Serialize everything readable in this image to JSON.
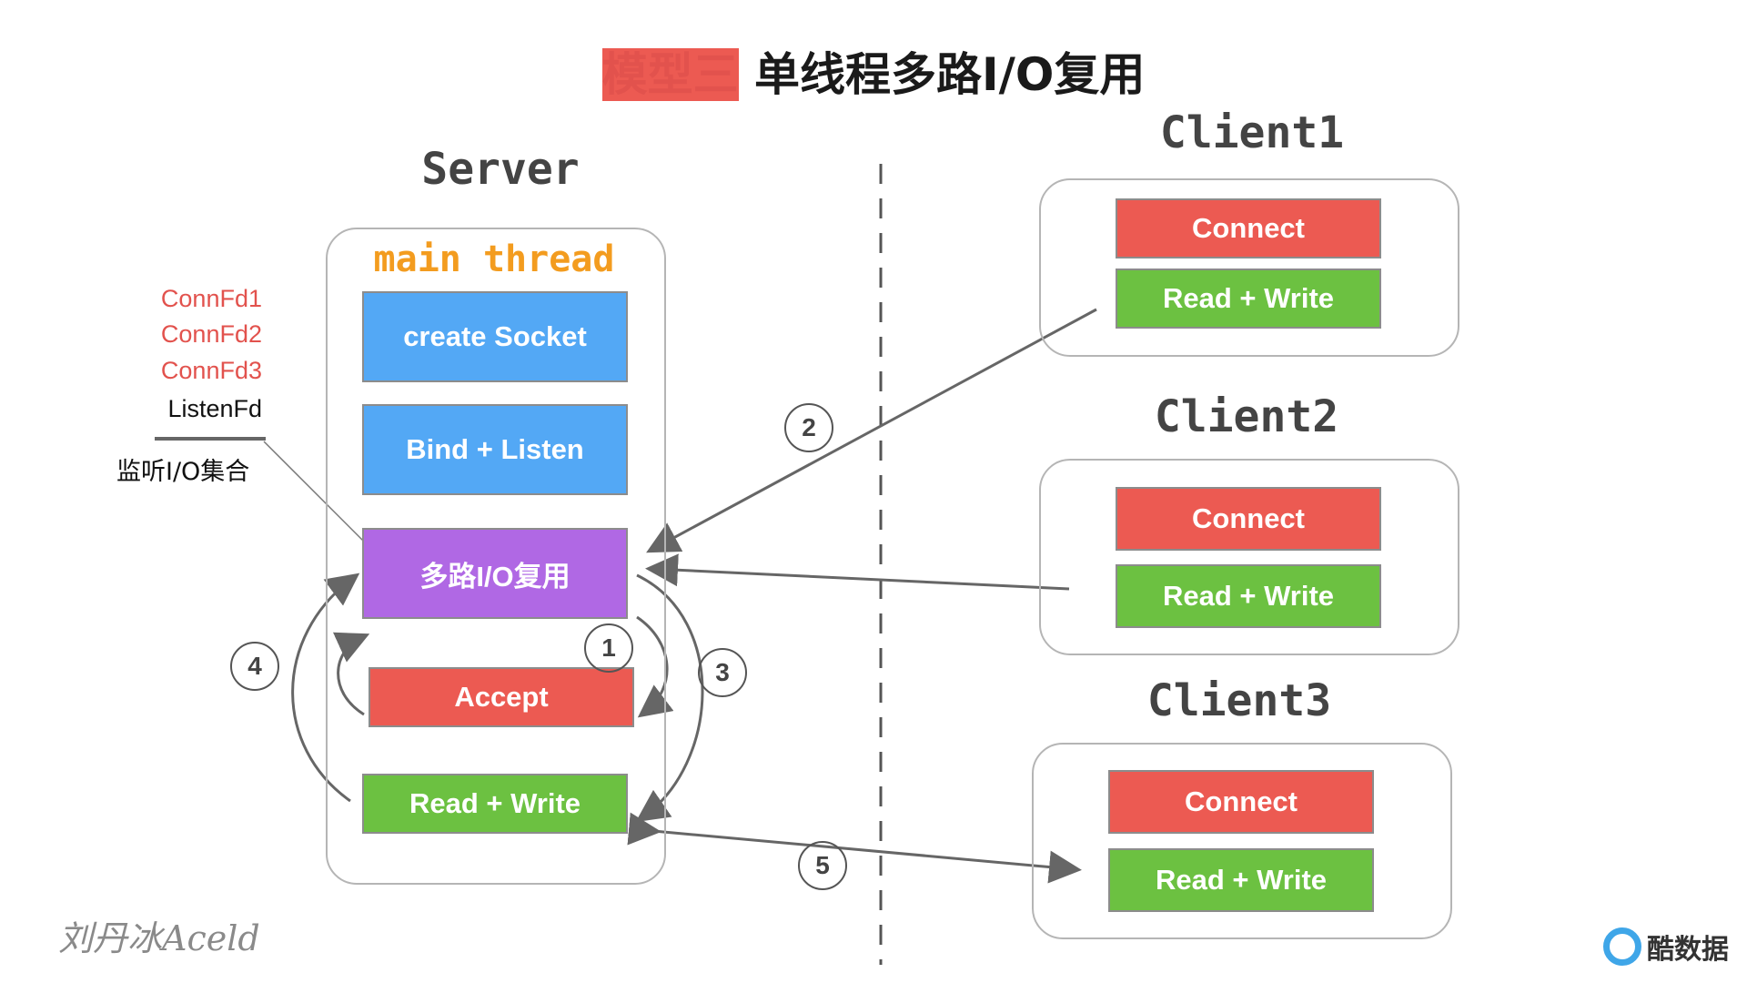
{
  "title": {
    "red_part": "模型三",
    "black_part": "单线程多路I/O复用"
  },
  "server": {
    "label": "Server",
    "thread_label": "main thread",
    "blocks": {
      "create_socket": "create Socket",
      "bind_listen": "Bind + Listen",
      "multiplex": "多路I/O复用",
      "accept": "Accept",
      "read_write": "Read + Write"
    }
  },
  "fd_list": {
    "items": [
      "ConnFd1",
      "ConnFd2",
      "ConnFd3",
      "ListenFd"
    ],
    "caption": "监听I/O集合"
  },
  "clients": [
    {
      "name": "Client1",
      "connect": "Connect",
      "read_write": "Read + Write"
    },
    {
      "name": "Client2",
      "connect": "Connect",
      "read_write": "Read + Write"
    },
    {
      "name": "Client3",
      "connect": "Connect",
      "read_write": "Read + Write"
    }
  ],
  "steps": [
    "1",
    "2",
    "3",
    "4",
    "5"
  ],
  "signature": "刘丹冰Aceld",
  "watermark": "酷数据",
  "colors": {
    "title_red": "#e2524d",
    "thread_orange": "#f39c1f",
    "fd_red": "#e2524d",
    "blue": "#53a8f5",
    "purple": "#b068e4",
    "red": "#ec5a52",
    "green": "#6cc141"
  }
}
